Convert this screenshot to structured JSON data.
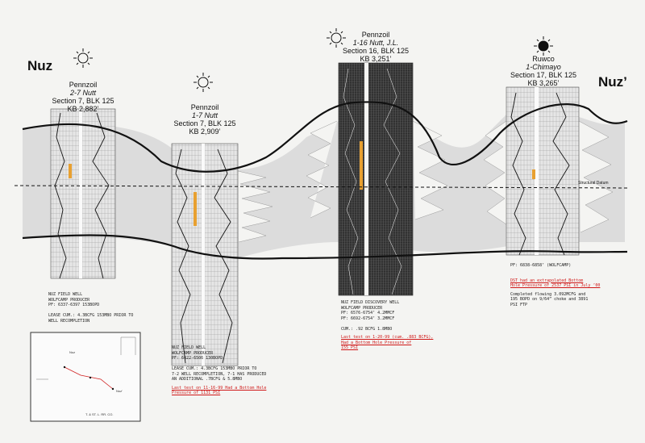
{
  "section": {
    "left_label": "Nuz",
    "right_label": "Nuz’",
    "datum_label": "Structural Datum"
  },
  "wells": [
    {
      "operator": "Pennzoil",
      "name": "2-7 Nutt",
      "section": "Section 7, BLK 125",
      "kb": "KB 2,882’",
      "notes": [
        "NUZ FIELD WELL",
        "WOLFCAMP PRODUCER",
        "PF: 6337-6397  153BOPD",
        "",
        "LEASE CUM.: 4.3BCFG 153MBO PRIOR TO",
        "WELL RECOMPLETION"
      ],
      "red_notes": []
    },
    {
      "operator": "Pennzoil",
      "name": "1-7 Nutt",
      "section": "Section 7, BLK 125",
      "kb": "KB 2,909’",
      "notes": [
        "NUZ FIELD WELL",
        "WOLFCAMP PRODUCER",
        "PF: 6422-6506  130BOPD",
        "",
        "LEASE CUM.: 4.3BCFG 153MBO PRIOR TO",
        "7-2 WELL RECOMPLETION, 7-1 HAS PRODUCED",
        "AN ADDITIONAL .7BCFG & 5.8MBO"
      ],
      "red_notes": [
        "Last test on 11-16-99 Had a Bottom Hole",
        "Pressure of 1131 PSI"
      ]
    },
    {
      "operator": "Pennzoil",
      "name": "1-16 Nutt, J.L.",
      "section": "Section 16, BLK 125",
      "kb": "KB 3,251’",
      "notes": [
        "NUZ FIELD DISCOVERY WELL",
        "WOLFCAMP PRODUCER",
        "PF: 6576-6754’  4.2MMCF",
        "PF: 6692-6754’  3.2MMCF",
        "",
        "CUM.: .92 BCFG 1.8MBO"
      ],
      "red_notes": [
        "Last test on 1-20-99 (cum. .883 BCFG),",
        "Had a Bottom Hole Pressure of",
        "155 PSI"
      ]
    },
    {
      "operator": "Ruwco",
      "name": "1-Chimayo",
      "section": "Section 17, BLK 125",
      "kb": "KB 3,265’",
      "notes": [
        "PF: 6838-6858’ (WOLFCAMP)"
      ],
      "red_notes": [
        "DST had an extrapolated Bottom",
        "Hole Pressure of 2537 PSI in July ’00"
      ],
      "notes2": [
        "Completed flowing 3.092MCFG and",
        "195 BOPD on 9/64” choke and 3891",
        "PSI FTP"
      ]
    }
  ],
  "inset_map": {
    "labels": [
      "Nuz",
      "Nuz’"
    ],
    "caption": "T. & ST. L. RR. CO."
  }
}
